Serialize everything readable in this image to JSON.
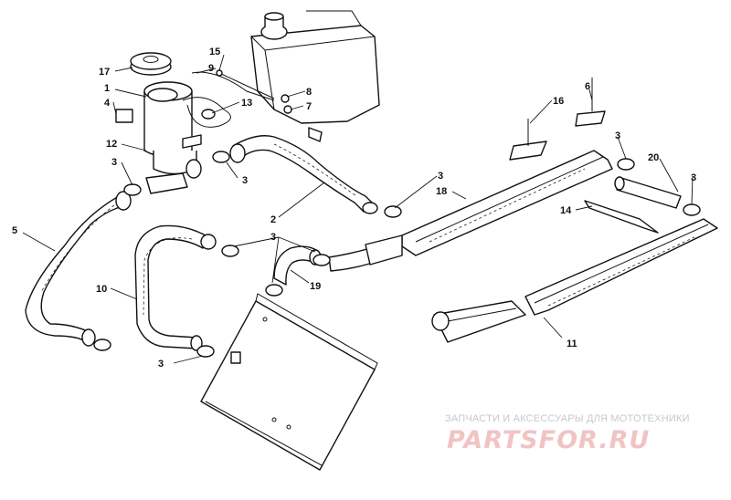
{
  "callouts": [
    {
      "id": "c17",
      "text": "17"
    },
    {
      "id": "c1",
      "text": "1"
    },
    {
      "id": "c4",
      "text": "4"
    },
    {
      "id": "c12",
      "text": "12"
    },
    {
      "id": "c3a",
      "text": "3"
    },
    {
      "id": "c3b",
      "text": "3"
    },
    {
      "id": "c15",
      "text": "15"
    },
    {
      "id": "c9",
      "text": "9"
    },
    {
      "id": "c13",
      "text": "13"
    },
    {
      "id": "c8",
      "text": "8"
    },
    {
      "id": "c7",
      "text": "7"
    },
    {
      "id": "c6",
      "text": "6"
    },
    {
      "id": "c16",
      "text": "16"
    },
    {
      "id": "c3c",
      "text": "3"
    },
    {
      "id": "c20",
      "text": "20"
    },
    {
      "id": "c3d",
      "text": "3"
    },
    {
      "id": "c3e",
      "text": "3"
    },
    {
      "id": "c18",
      "text": "18"
    },
    {
      "id": "c14",
      "text": "14"
    },
    {
      "id": "c2",
      "text": "2"
    },
    {
      "id": "c5",
      "text": "5"
    },
    {
      "id": "c3f",
      "text": "3"
    },
    {
      "id": "c10",
      "text": "10"
    },
    {
      "id": "c19",
      "text": "19"
    },
    {
      "id": "c11",
      "text": "11"
    },
    {
      "id": "c3g",
      "text": "3"
    }
  ],
  "watermark": {
    "tagline": "ЗАПЧАСТИ И АКСЕССУАРЫ ДЛЯ МОТОТЕХНИКИ",
    "brand": "PARTSFOR.RU"
  }
}
